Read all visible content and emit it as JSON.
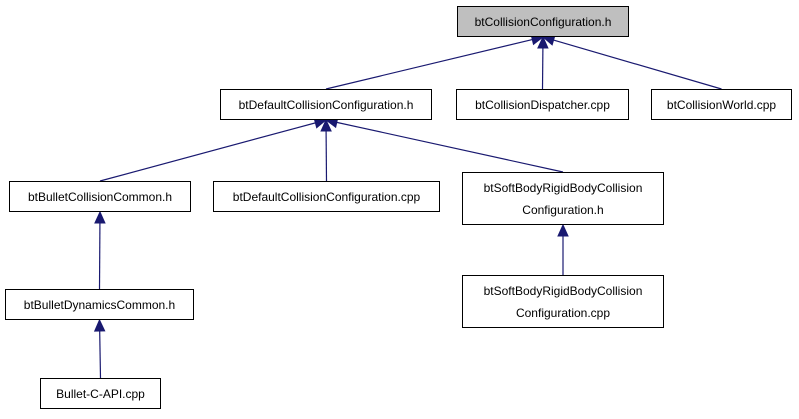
{
  "colors": {
    "edge": "#191970",
    "root_fill": "#bfbfbf",
    "node_fill": "#ffffff",
    "node_border": "#000000"
  },
  "nodes": {
    "root": {
      "lines": [
        "btCollisionConfiguration.h"
      ]
    },
    "default_h": {
      "lines": [
        "btDefaultCollisionConfiguration.h"
      ]
    },
    "dispatcher_cpp": {
      "lines": [
        "btCollisionDispatcher.cpp"
      ]
    },
    "world_cpp": {
      "lines": [
        "btCollisionWorld.cpp"
      ]
    },
    "bullet_common_h": {
      "lines": [
        "btBulletCollisionCommon.h"
      ]
    },
    "default_cpp": {
      "lines": [
        "btDefaultCollisionConfiguration.cpp"
      ]
    },
    "softbody_h": {
      "lines": [
        "btSoftBodyRigidBodyCollision",
        "Configuration.h"
      ]
    },
    "dynamics_common_h": {
      "lines": [
        "btBulletDynamicsCommon.h"
      ]
    },
    "softbody_cpp": {
      "lines": [
        "btSoftBodyRigidBodyCollision",
        "Configuration.cpp"
      ]
    },
    "c_api_cpp": {
      "lines": [
        "Bullet-C-API.cpp"
      ]
    }
  },
  "edges": [
    [
      "default_h",
      "root"
    ],
    [
      "dispatcher_cpp",
      "root"
    ],
    [
      "world_cpp",
      "root"
    ],
    [
      "bullet_common_h",
      "default_h"
    ],
    [
      "default_cpp",
      "default_h"
    ],
    [
      "softbody_h",
      "default_h"
    ],
    [
      "dynamics_common_h",
      "bullet_common_h"
    ],
    [
      "softbody_cpp",
      "softbody_h"
    ],
    [
      "c_api_cpp",
      "dynamics_common_h"
    ]
  ]
}
